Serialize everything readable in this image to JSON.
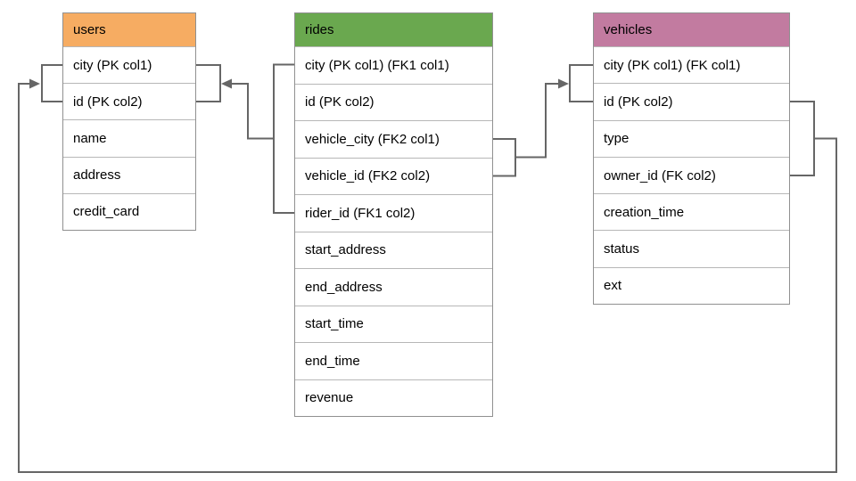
{
  "diagram": {
    "tables": [
      {
        "name": "users",
        "header_color": "#f6ac62",
        "columns": [
          "city (PK col1)",
          "id (PK col2)",
          "name",
          "address",
          "credit_card"
        ]
      },
      {
        "name": "rides",
        "header_color": "#6aa84f",
        "columns": [
          "city (PK col1) (FK1 col1)",
          "id (PK col2)",
          "vehicle_city (FK2 col1)",
          "vehicle_id (FK2 col2)",
          "rider_id (FK1 col2)",
          "start_address",
          "end_address",
          "start_time",
          "end_time",
          "revenue"
        ]
      },
      {
        "name": "vehicles",
        "header_color": "#c27ba0",
        "columns": [
          "city (PK col1) (FK col1)",
          "id (PK col2)",
          "type",
          "owner_id (FK col2)",
          "creation_time",
          "status",
          "ext"
        ]
      }
    ],
    "relationships": [
      {
        "name": "FK1",
        "from_table": "rides",
        "from_columns": [
          "city (PK col1) (FK1 col1)",
          "rider_id (FK1 col2)"
        ],
        "to_table": "users",
        "to_columns": [
          "city (PK col1)",
          "id (PK col2)"
        ],
        "arrow_points_to": "users"
      },
      {
        "name": "FK2",
        "from_table": "rides",
        "from_columns": [
          "vehicle_city (FK2 col1)",
          "vehicle_id (FK2 col2)"
        ],
        "to_table": "vehicles",
        "to_columns": [
          "city (PK col1) (FK col1)",
          "id (PK col2)"
        ],
        "arrow_points_to": "vehicles"
      },
      {
        "name": "FK",
        "from_table": "vehicles",
        "from_columns": [
          "id (PK col2)",
          "owner_id (FK col2)"
        ],
        "to_table": "users",
        "to_columns": [
          "city (PK col1)",
          "id (PK col2)"
        ],
        "arrow_points_to": "users"
      }
    ],
    "colors": {
      "connector": "#666666",
      "table_border": "#909090",
      "row_divider": "#b7b7b7",
      "users_header": "#f6ac62",
      "rides_header": "#6aa84f",
      "vehicles_header": "#c27ba0",
      "background": "#ffffff",
      "text": "#000000"
    }
  }
}
